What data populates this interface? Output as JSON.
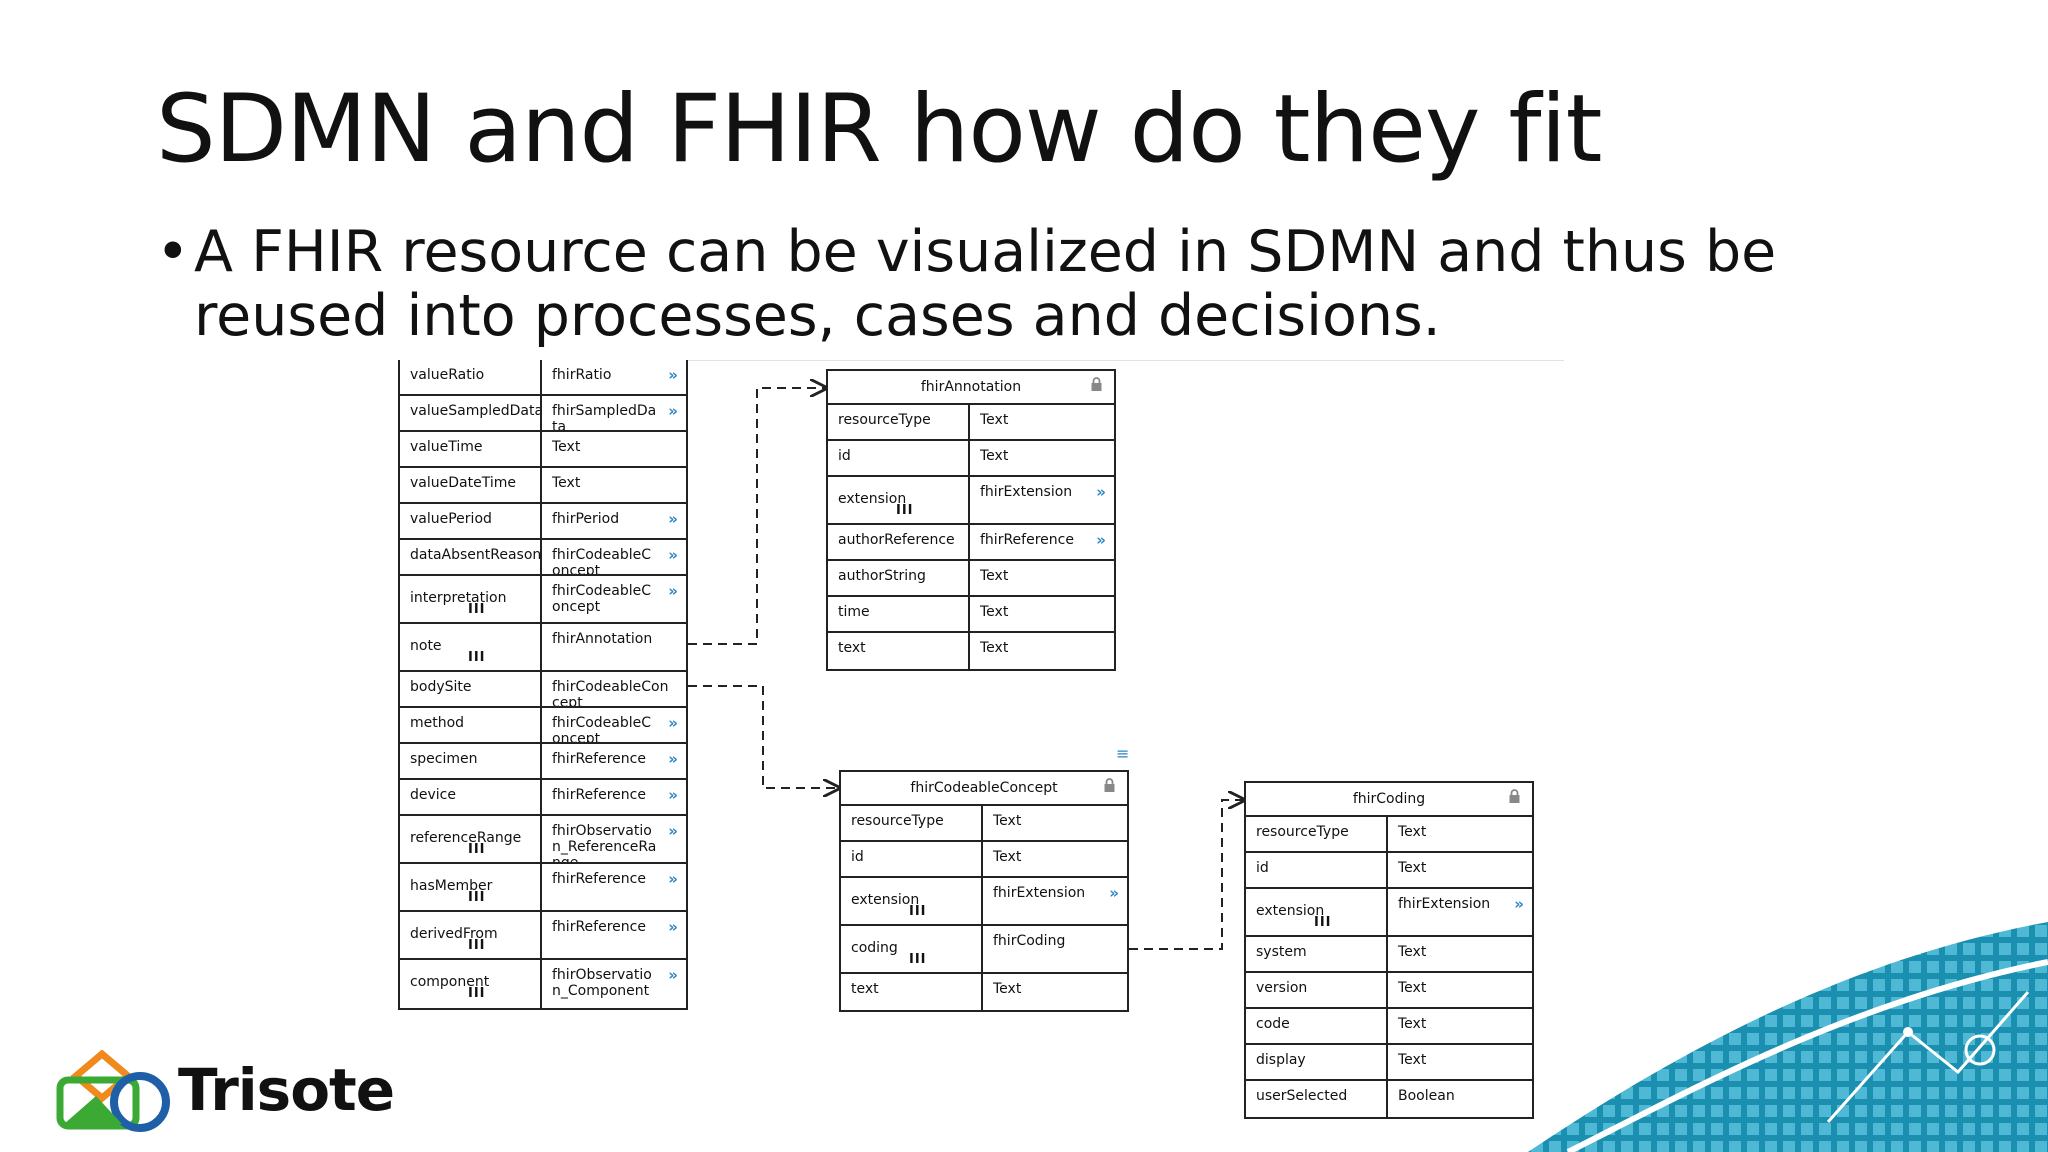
{
  "slide": {
    "title": "SDMN and FHIR how do they fit",
    "bullet": "A FHIR resource can be visualized in SDMN and thus be reused into processes, cases and decisions."
  },
  "colors": {
    "link_accent": "#2b86c5",
    "logo_green": "#3aaa35",
    "logo_orange": "#f08a1c",
    "logo_blue": "#1f5fa8",
    "deco_teal": "#1a8fb0"
  },
  "observation_table": {
    "rows": [
      {
        "name": "valueRatio",
        "type": "fhirRatio",
        "nav": true,
        "list": false
      },
      {
        "name": "valueSampledData",
        "type": "fhirSampledData",
        "nav": true,
        "list": false
      },
      {
        "name": "valueTime",
        "type": "Text",
        "nav": false,
        "list": false
      },
      {
        "name": "valueDateTime",
        "type": "Text",
        "nav": false,
        "list": false
      },
      {
        "name": "valuePeriod",
        "type": "fhirPeriod",
        "nav": true,
        "list": false
      },
      {
        "name": "dataAbsentReason",
        "type": "fhirCodeableConcept",
        "nav": true,
        "list": false
      },
      {
        "name": "interpretation",
        "type": "fhirCodeableConcept",
        "nav": true,
        "list": true
      },
      {
        "name": "note",
        "type": "fhirAnnotation",
        "nav": false,
        "list": true
      },
      {
        "name": "bodySite",
        "type": "fhirCodeableConcept",
        "nav": false,
        "list": false
      },
      {
        "name": "method",
        "type": "fhirCodeableConcept",
        "nav": true,
        "list": false
      },
      {
        "name": "specimen",
        "type": "fhirReference",
        "nav": true,
        "list": false
      },
      {
        "name": "device",
        "type": "fhirReference",
        "nav": true,
        "list": false
      },
      {
        "name": "referenceRange",
        "type": "fhirObservation_ReferenceRange",
        "nav": true,
        "list": true
      },
      {
        "name": "hasMember",
        "type": "fhirReference",
        "nav": true,
        "list": true
      },
      {
        "name": "derivedFrom",
        "type": "fhirReference",
        "nav": true,
        "list": true
      },
      {
        "name": "component",
        "type": "fhirObservation_Component",
        "nav": true,
        "list": true
      }
    ]
  },
  "annotation_table": {
    "title": "fhirAnnotation",
    "rows": [
      {
        "name": "resourceType",
        "type": "Text",
        "nav": false,
        "list": false
      },
      {
        "name": "id",
        "type": "Text",
        "nav": false,
        "list": false
      },
      {
        "name": "extension",
        "type": "fhirExtension",
        "nav": true,
        "list": true
      },
      {
        "name": "authorReference",
        "type": "fhirReference",
        "nav": true,
        "list": false
      },
      {
        "name": "authorString",
        "type": "Text",
        "nav": false,
        "list": false
      },
      {
        "name": "time",
        "type": "Text",
        "nav": false,
        "list": false
      },
      {
        "name": "text",
        "type": "Text",
        "nav": false,
        "list": false
      }
    ]
  },
  "codeable_table": {
    "title": "fhirCodeableConcept",
    "rows": [
      {
        "name": "resourceType",
        "type": "Text",
        "nav": false,
        "list": false
      },
      {
        "name": "id",
        "type": "Text",
        "nav": false,
        "list": false
      },
      {
        "name": "extension",
        "type": "fhirExtension",
        "nav": true,
        "list": true
      },
      {
        "name": "coding",
        "type": "fhirCoding",
        "nav": false,
        "list": true
      },
      {
        "name": "text",
        "type": "Text",
        "nav": false,
        "list": false
      }
    ]
  },
  "coding_table": {
    "title": "fhirCoding",
    "rows": [
      {
        "name": "resourceType",
        "type": "Text",
        "nav": false,
        "list": false
      },
      {
        "name": "id",
        "type": "Text",
        "nav": false,
        "list": false
      },
      {
        "name": "extension",
        "type": "fhirExtension",
        "nav": true,
        "list": true
      },
      {
        "name": "system",
        "type": "Text",
        "nav": false,
        "list": false
      },
      {
        "name": "version",
        "type": "Text",
        "nav": false,
        "list": false
      },
      {
        "name": "code",
        "type": "Text",
        "nav": false,
        "list": false
      },
      {
        "name": "display",
        "type": "Text",
        "nav": false,
        "list": false
      },
      {
        "name": "userSelected",
        "type": "Boolean",
        "nav": false,
        "list": false
      }
    ]
  },
  "icons": {
    "nav": "double-chevron-right-icon",
    "lock": "lock-icon",
    "list": "list-marker-icon",
    "menu": "hamburger-menu-icon"
  },
  "glyphs": {
    "nav": "»",
    "list": "III",
    "menu": "≡"
  },
  "logo": {
    "name": "Trisote"
  }
}
